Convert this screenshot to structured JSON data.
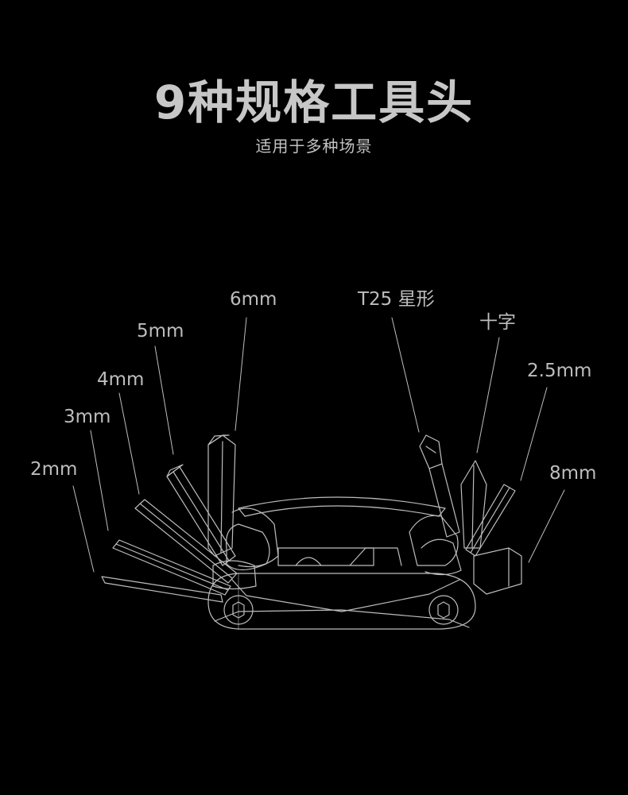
{
  "header": {
    "title": "9种规格工具头",
    "subtitle": "适用于多种场景"
  },
  "labels": {
    "hex_2mm": "2mm",
    "hex_3mm": "3mm",
    "hex_4mm": "4mm",
    "hex_5mm": "5mm",
    "hex_6mm": "6mm",
    "torx": "T25 星形",
    "phillips": "十字",
    "hex_2_5mm": "2.5mm",
    "hex_8mm": "8mm"
  },
  "colors": {
    "background": "#000000",
    "line": "#bdbdbd",
    "text": "#bdbdbd"
  }
}
